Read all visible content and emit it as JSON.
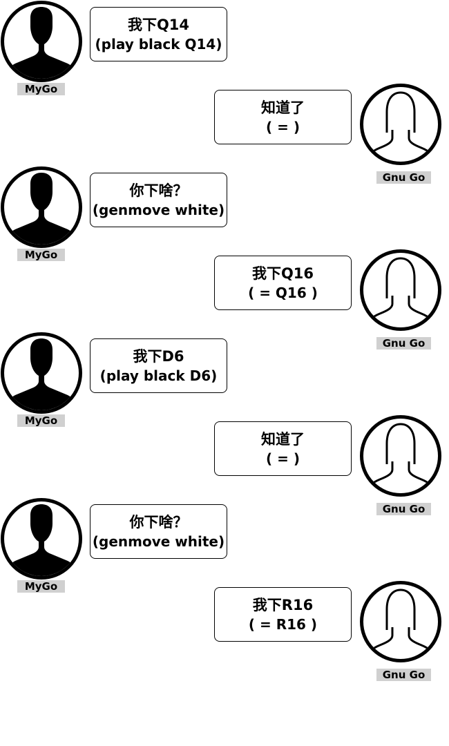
{
  "speakers": {
    "mygo": {
      "name": "MyGo",
      "icon": "male-silhouette-icon"
    },
    "gnugo": {
      "name": "Gnu Go",
      "icon": "female-outline-icon"
    }
  },
  "messages": [
    {
      "speaker": "mygo",
      "line1": "我下Q14",
      "line2": "(play black Q14)"
    },
    {
      "speaker": "gnugo",
      "line1": "知道了",
      "line2": "( = )"
    },
    {
      "speaker": "mygo",
      "line1": "你下啥？",
      "line2": "(genmove white)"
    },
    {
      "speaker": "gnugo",
      "line1": "我下Q16",
      "line2": "( = Q16 )"
    },
    {
      "speaker": "mygo",
      "line1": "我下D6",
      "line2": "(play black D6)"
    },
    {
      "speaker": "gnugo",
      "line1": "知道了",
      "line2": "( = )"
    },
    {
      "speaker": "mygo",
      "line1": "你下啥？",
      "line2": "(genmove white)"
    },
    {
      "speaker": "gnugo",
      "line1": "我下R16",
      "line2": "( = R16 )"
    }
  ]
}
